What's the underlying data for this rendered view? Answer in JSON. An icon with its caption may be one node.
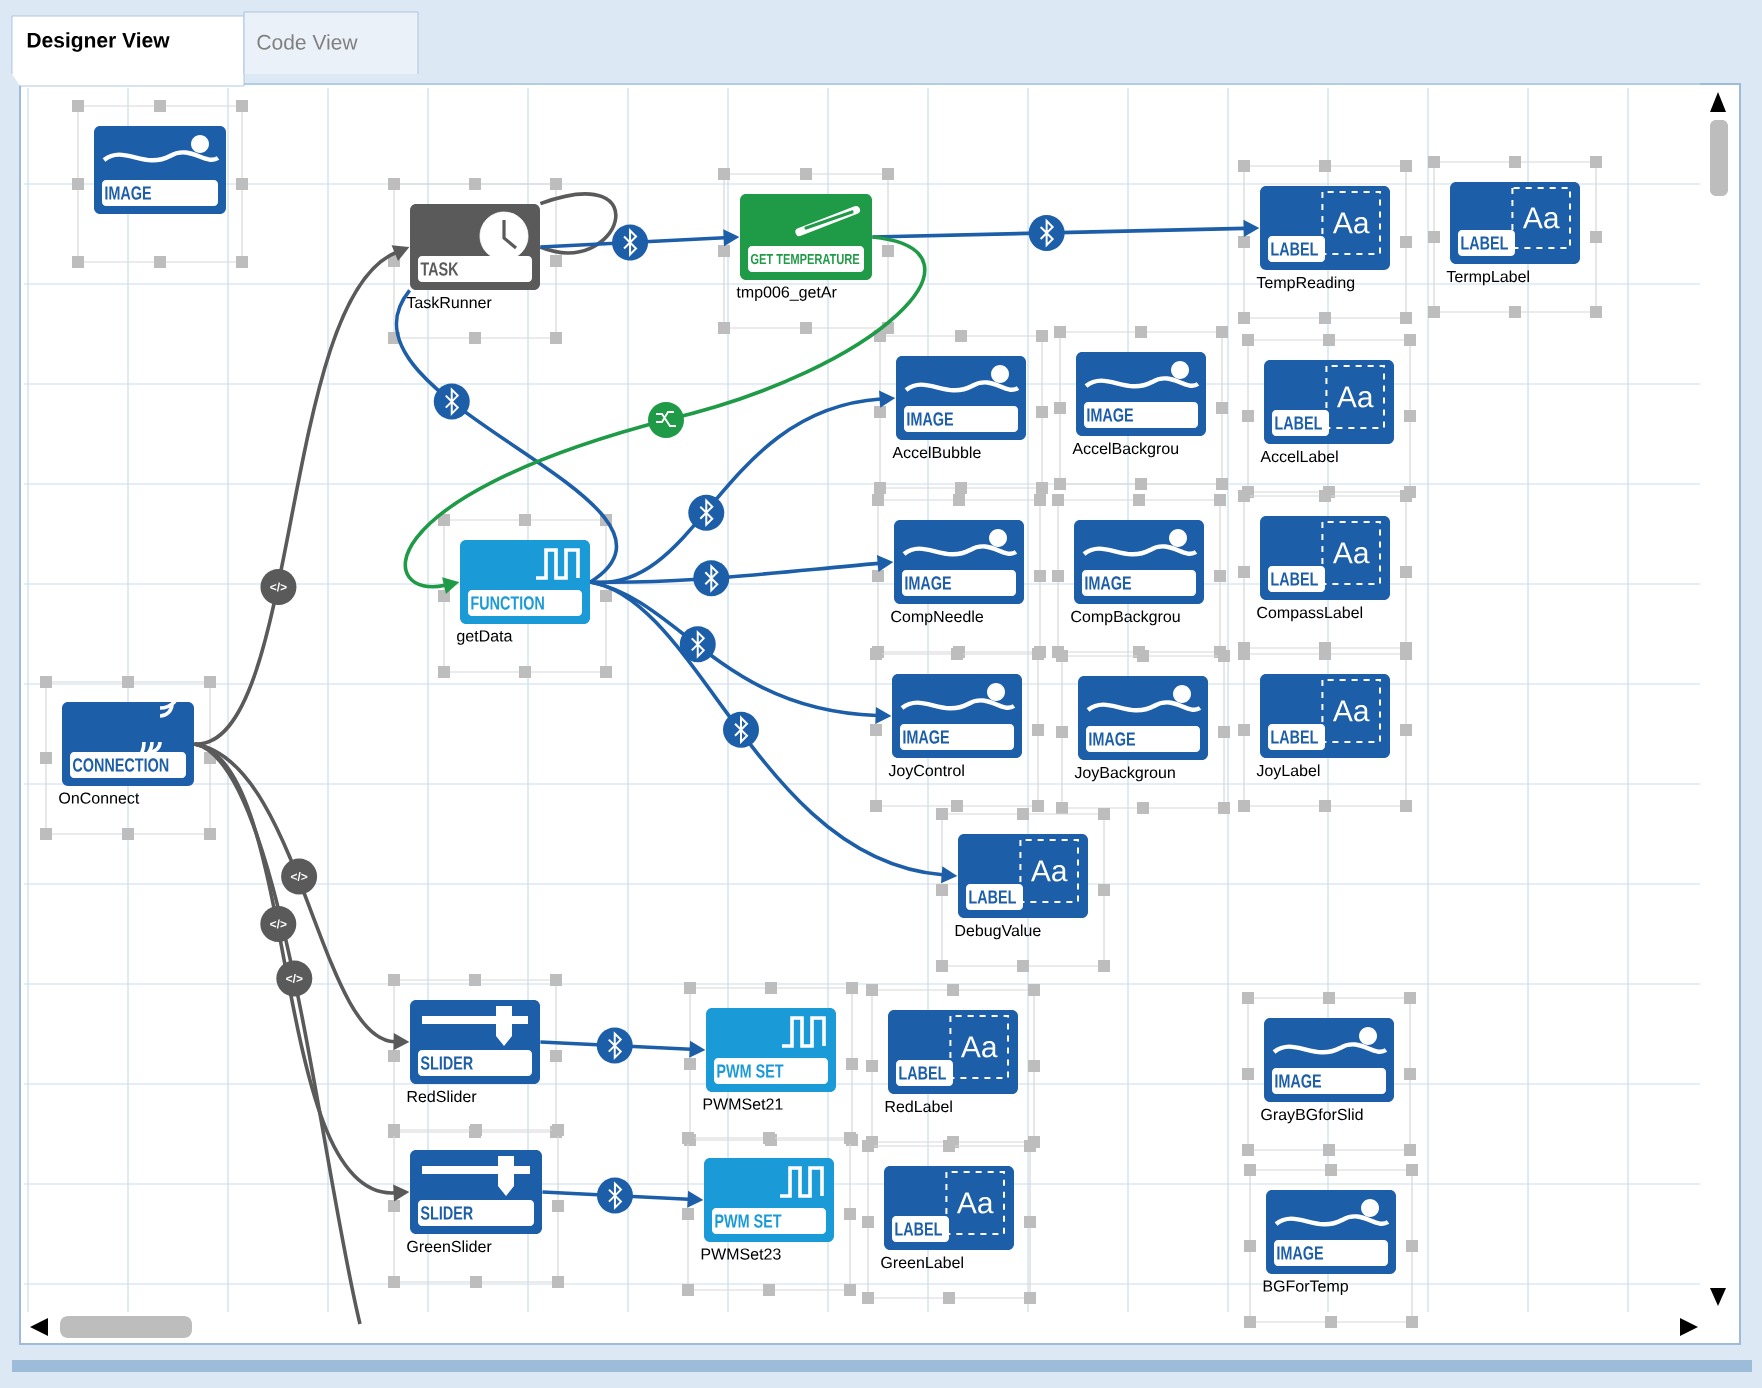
{
  "diagram": {
    "nodes": [
      {
        "text": [
          "IMAGE"
        ]
      },
      {
        "text": [
          "TASK",
          "TaskRunner"
        ]
      },
      {
        "text": [
          "GET TEMPERATURE",
          "tmp006_getAr"
        ]
      },
      {
        "text": [
          "LABEL",
          "Aa",
          "TempReading"
        ]
      },
      {
        "text": [
          "LABEL",
          "Aa",
          "TermpLabel"
        ]
      },
      {
        "text": [
          "FUNCTION",
          "getData"
        ]
      },
      {
        "text": [
          "IMAGE",
          "AccelBubble"
        ]
      },
      {
        "text": [
          "IMAGE",
          "AccelBackgrou"
        ]
      },
      {
        "text": [
          "LABEL",
          "Aa",
          "AccelLabel"
        ]
      },
      {
        "text": [
          "IMAGE",
          "CompNeedle"
        ]
      },
      {
        "text": [
          "IMAGE",
          "CompBackgrou"
        ]
      },
      {
        "text": [
          "LABEL",
          "Aa",
          "CompassLabel"
        ]
      },
      {
        "text": [
          "IMAGE",
          "JoyControl"
        ]
      },
      {
        "text": [
          "IMAGE",
          "JoyBackgroun"
        ]
      },
      {
        "text": [
          "LABEL",
          "Aa",
          "JoyLabel"
        ]
      },
      {
        "text": [
          "LABEL",
          "Aa",
          "DebugValue"
        ]
      },
      {
        "text": [
          "CONNECTION",
          "OnConnect"
        ]
      },
      {
        "text": [
          "SLIDER",
          "RedSlider"
        ]
      },
      {
        "text": [
          "PWM SET",
          "PWMSet21"
        ]
      },
      {
        "text": [
          "LABEL",
          "Aa",
          "RedLabel"
        ]
      },
      {
        "text": [
          "SLIDER",
          "GreenSlider"
        ]
      },
      {
        "text": [
          "PWM SET",
          "PWMSet23"
        ]
      },
      {
        "text": [
          "LABEL",
          "Aa",
          "GreenLabel"
        ]
      },
      {
        "text": [
          "IMAGE",
          "GrayBGforSlid"
        ]
      },
      {
        "text": [
          "IMAGE",
          "BGForTemp"
        ]
      }
    ],
    "edges": [
      {
        "from": 16,
        "to": 1,
        "arrow": "to",
        "label": "</>",
        "color": "#5a5a5a"
      },
      {
        "from": 1,
        "to": 1,
        "arrow": "none",
        "color": "#5a5a5a"
      },
      {
        "from": 1,
        "to": 2,
        "arrow": "to"
      },
      {
        "from": 1,
        "to": 5,
        "arrow": "none"
      },
      {
        "from": 2,
        "to": 3,
        "arrow": "to"
      },
      {
        "from": 2,
        "to": 5,
        "arrow": "to",
        "color": "#1f9a46"
      },
      {
        "from": 5,
        "to": 6,
        "arrow": "to"
      },
      {
        "from": 5,
        "to": 9,
        "arrow": "to"
      },
      {
        "from": 5,
        "to": 12,
        "arrow": "to"
      },
      {
        "from": 5,
        "to": 15,
        "arrow": "to"
      },
      {
        "from": 16,
        "to": 17,
        "arrow": "to",
        "label": "</>",
        "color": "#5a5a5a"
      },
      {
        "from": 16,
        "to": 20,
        "arrow": "to",
        "label": "</>",
        "color": "#5a5a5a"
      },
      {
        "from": 16,
        "to": null,
        "arrow": "none",
        "label": "</>",
        "color": "#5a5a5a"
      },
      {
        "from": 17,
        "to": 18,
        "arrow": "to"
      },
      {
        "from": 20,
        "to": 21,
        "arrow": "to"
      }
    ],
    "labels": [
      "Designer View",
      "Code View"
    ]
  }
}
